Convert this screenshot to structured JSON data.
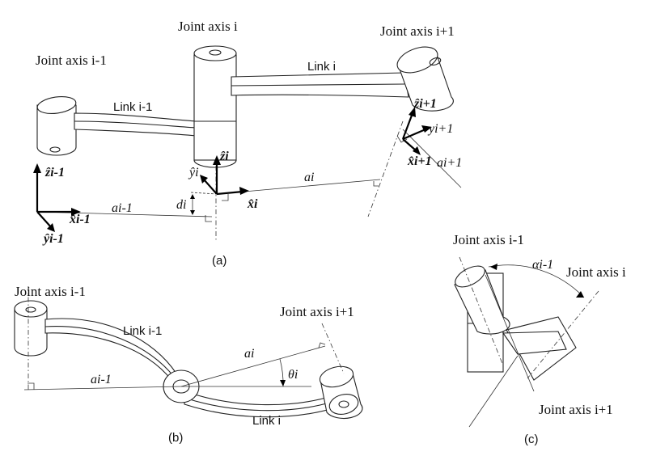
{
  "labels": {
    "joint_axis_i": "Joint axis i",
    "joint_axis_i_minus_1": "Joint axis i-1",
    "joint_axis_i_plus_1": "Joint axis i+1",
    "link_i": "Link i",
    "link_i_minus_1": "Link i-1"
  },
  "panel_captions": {
    "a": "(a)",
    "b": "(b)",
    "c": "(c)"
  },
  "frame_symbols": {
    "z_i_minus_1": "ẑi-1",
    "x_i_minus_1": "x̂i-1",
    "y_i_minus_1": "ŷi-1",
    "z_i": "ẑi",
    "x_i": "x̂i",
    "y_i": "ŷi",
    "z_i_plus_1": "ẑi+1",
    "x_i_plus_1": "x̂i+1",
    "y_i_plus_1": "yi+1"
  },
  "params": {
    "a_i_minus_1": "ai-1",
    "a_i": "ai",
    "d_i": "di",
    "a_i_plus_1": "ai+1",
    "theta_i": "θi",
    "alpha_i_minus_1": "αi-1"
  }
}
